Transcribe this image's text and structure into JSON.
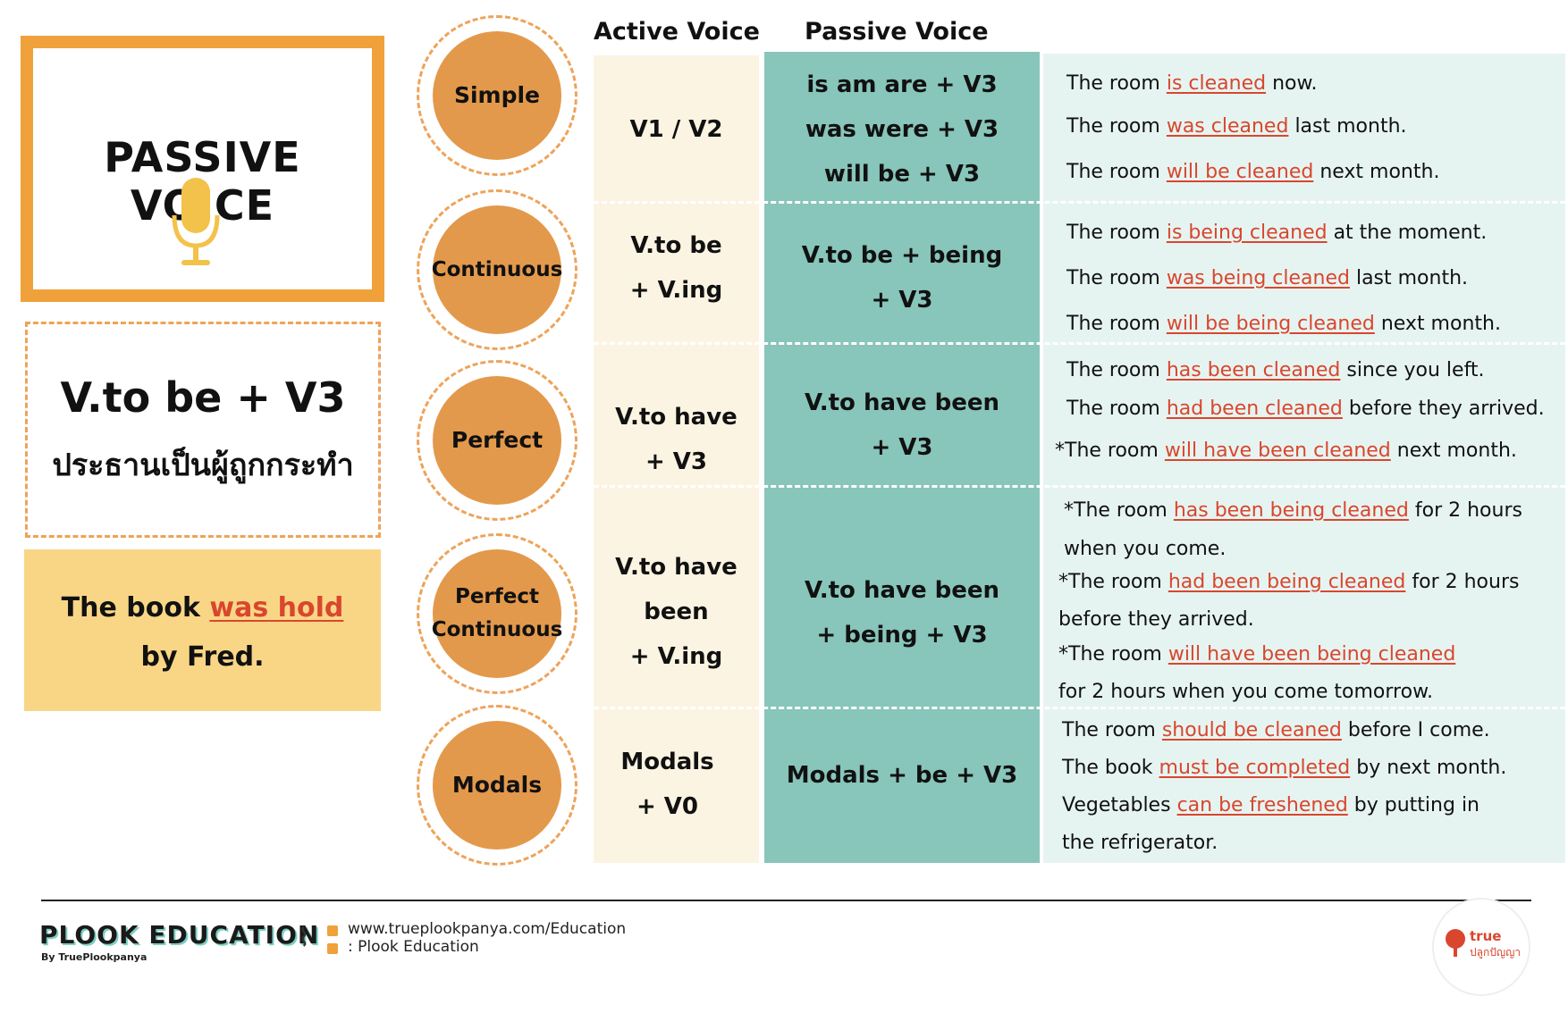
{
  "title": "PASSIVE VOICE",
  "formula": {
    "main": "V.to be + V3",
    "thai": "ประธานเป็นผู้ถูกกระทำ"
  },
  "example": {
    "prefix": "The book",
    "highlight": "was hold",
    "suffix": "by Fred."
  },
  "headers": {
    "active": "Active Voice",
    "passive": "Passive Voice"
  },
  "tenses": [
    {
      "name": "Simple",
      "active": [
        "V1 / V2"
      ],
      "passive": [
        "is am are + V3",
        "was were + V3",
        "will be + V3"
      ],
      "examples": [
        {
          "pre": "The room",
          "hl": "is cleaned",
          "post": "now."
        },
        {
          "pre": "The room",
          "hl": "was cleaned",
          "post": "last month."
        },
        {
          "pre": "The room",
          "hl": "will be cleaned",
          "post": "next month."
        }
      ]
    },
    {
      "name": "Continuous",
      "active": [
        "V.to be",
        "+ V.ing"
      ],
      "passive": [
        "V.to be + being",
        "+ V3"
      ],
      "examples": [
        {
          "pre": "The room",
          "hl": "is being cleaned",
          "post": "at the moment."
        },
        {
          "pre": "The room",
          "hl": "was being cleaned",
          "post": "last month."
        },
        {
          "pre": "The room",
          "hl": "will be being cleaned",
          "post": "next month."
        }
      ]
    },
    {
      "name": "Perfect",
      "active": [
        "V.to have",
        "+ V3"
      ],
      "passive": [
        "V.to have been",
        "+ V3"
      ],
      "examples": [
        {
          "pre": "The room",
          "hl": "has been cleaned",
          "post": "since you left."
        },
        {
          "pre": "The room",
          "hl": "had been cleaned",
          "post": "before they arrived."
        },
        {
          "pre": "*The room",
          "hl": "will have been cleaned",
          "post": "next month."
        }
      ]
    },
    {
      "name_line1": "Perfect",
      "name_line2": "Continuous",
      "active": [
        "V.to have",
        "been",
        "+ V.ing"
      ],
      "passive": [
        "V.to have been",
        "+ being + V3"
      ],
      "examples": [
        {
          "pre": "*The room",
          "hl": "has been being cleaned",
          "post": "for 2 hours"
        },
        {
          "text": "when you come."
        },
        {
          "pre": "*The room",
          "hl": "had been being cleaned",
          "post": "for 2 hours"
        },
        {
          "text": "before they arrived."
        },
        {
          "pre": "*The room",
          "hl": "will have been being cleaned",
          "post": ""
        },
        {
          "text": "for 2 hours when you come tomorrow."
        }
      ]
    },
    {
      "name": "Modals",
      "active": [
        "Modals",
        "+ V0"
      ],
      "passive": [
        "Modals + be + V3"
      ],
      "examples": [
        {
          "pre": "The room",
          "hl": "should be cleaned",
          "post": "before I come."
        },
        {
          "pre": "The book",
          "hl": "must be completed",
          "post": "by next month."
        },
        {
          "pre": "Vegetables",
          "hl": "can be freshened",
          "post": "by putting in"
        },
        {
          "text": "the refrigerator."
        }
      ]
    }
  ],
  "footer": {
    "logo": "PLOOK EDUCATION",
    "logo_by": "By TruePlookpanya",
    "website": "www.trueplookpanya.com/Education",
    "facebook": ": Plook Education",
    "partner_line1": "true",
    "partner_line2": "ปลูกปัญญา"
  },
  "colors": {
    "orange": "#f0a13b",
    "circle": "#e3994b",
    "highlight_red": "#d9462e",
    "active_bg": "#fcf4e2",
    "passive_bg": "#88c5bb",
    "example_bg": "#e6f4f1",
    "example_box": "#f9d686"
  }
}
